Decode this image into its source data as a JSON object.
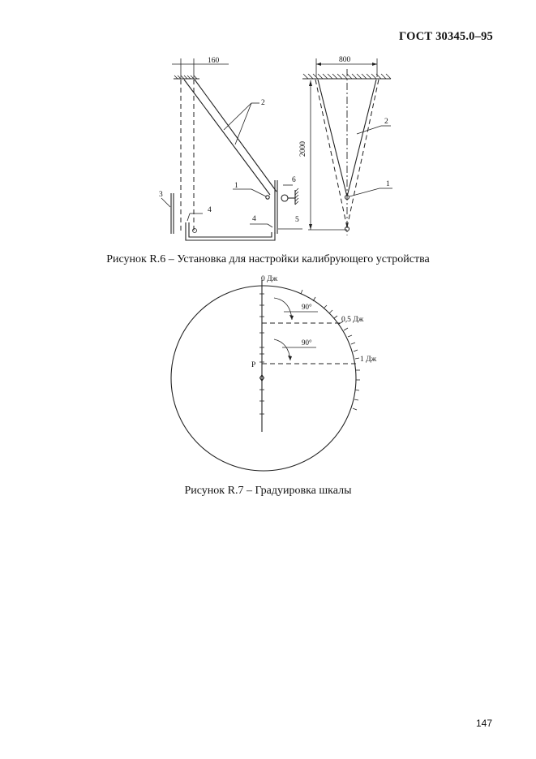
{
  "header": {
    "standard": "ГОСТ 30345.0–95"
  },
  "figure_r6": {
    "caption": "Рисунок R.6 – Установка для настройки калибрующего устройства",
    "dim_160": "160",
    "dim_800": "800",
    "dim_2000": "2000",
    "labels": [
      "1",
      "2",
      "3",
      "4",
      "5",
      "6"
    ]
  },
  "figure_r7": {
    "caption": "Рисунок R.7 – Градуировка шкалы",
    "label_0": "0 Дж",
    "label_05": "0,5 Дж",
    "label_1": "1 Дж",
    "angle": "90°",
    "pivot": "P"
  },
  "footer": {
    "page_number": "147"
  }
}
